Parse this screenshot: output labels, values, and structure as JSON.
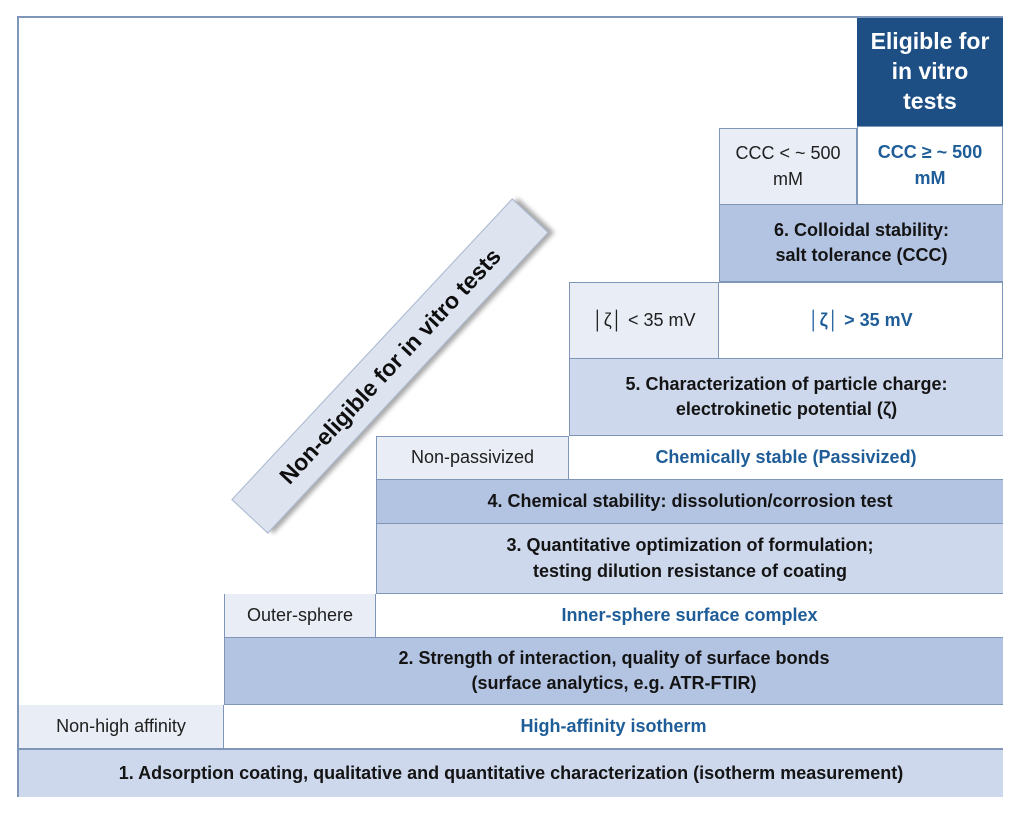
{
  "eligible_header": "Eligible for in vitro tests",
  "non_eligible_banner": "Non-eligible for in vitro tests",
  "steps": {
    "step1": "1. Adsorption coating, qualitative and quantitative characterization (isotherm measurement)",
    "step2_line1": "2. Strength of interaction, quality of surface bonds",
    "step2_line2": "(surface analytics, e.g. ATR-FTIR)",
    "step3_line1": "3. Quantitative optimization of formulation;",
    "step3_line2": "testing dilution resistance of coating",
    "step4": "4. Chemical stability: dissolution/corrosion test",
    "step5_line1": "5. Characterization of particle charge:",
    "step5_line2": "electrokinetic potential  (ζ)",
    "step6_line1": "6. Colloidal stability:",
    "step6_line2": "salt tolerance (CCC)"
  },
  "outcomes": {
    "high_affinity": {
      "fail": "Non-high affinity",
      "pass": "High-affinity isotherm"
    },
    "surface_complex": {
      "fail": "Outer-sphere",
      "pass": "Inner-sphere surface complex"
    },
    "passivation": {
      "fail": "Non-passivized",
      "pass": "Chemically stable (Passivized)"
    },
    "zeta": {
      "fail": "│ζ│ < 35 mV",
      "pass": "│ζ│ > 35 mV"
    },
    "ccc": {
      "fail_line1": "CCC < ~ 500",
      "fail_line2": "mM",
      "pass_line1": "CCC ≥ ~ 500",
      "pass_line2": "mM"
    }
  },
  "colors": {
    "eligible_fill": "#1d4f85",
    "step_fill": "#cdd8ec",
    "step_fill_dark": "#b3c3e2",
    "pass_text": "#1f5d99",
    "fail_fill": "#e9edf5",
    "border": "#8096b8"
  }
}
